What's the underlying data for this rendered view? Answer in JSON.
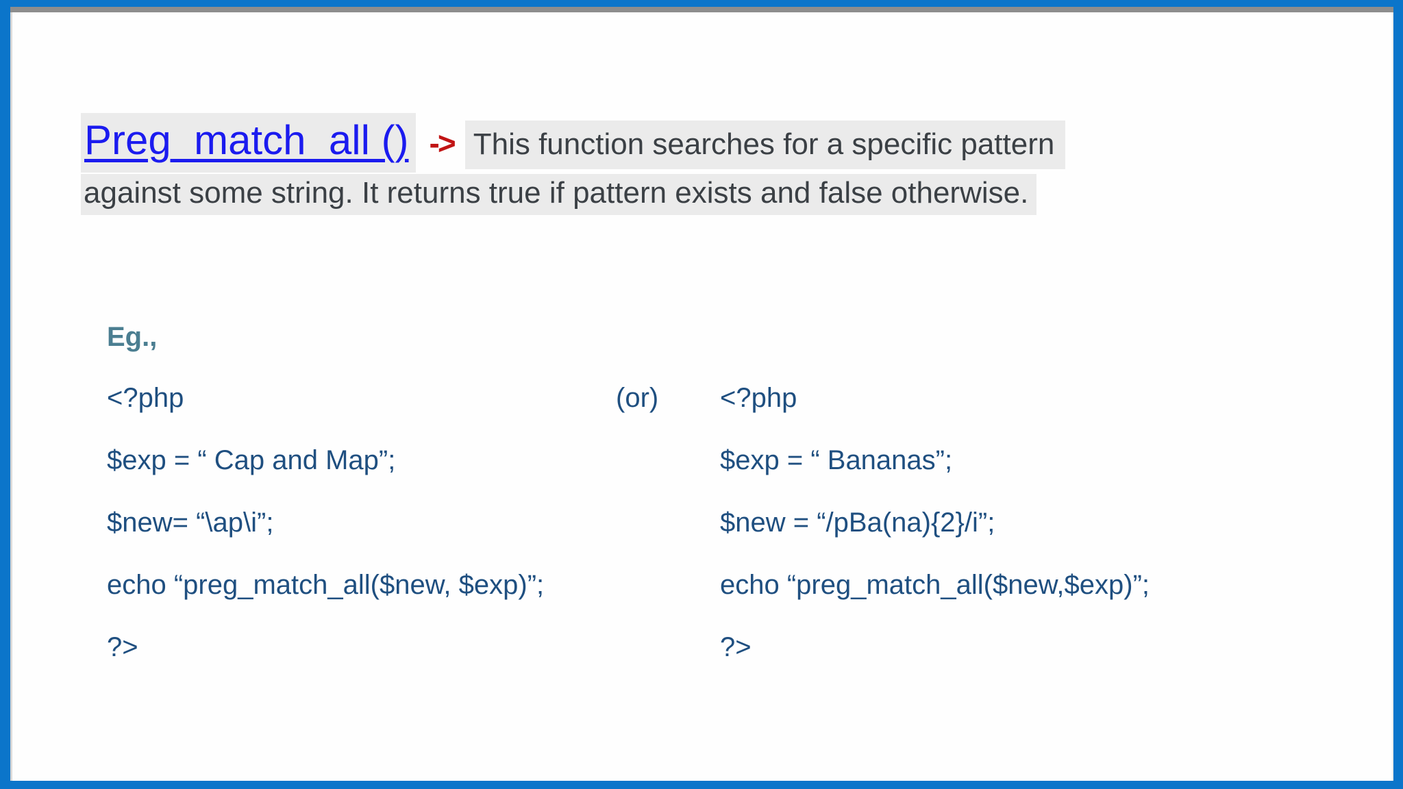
{
  "header": {
    "title": "Preg_match_all ()",
    "arrow": "->",
    "description_line1": "This function searches for a specific pattern",
    "description_line2": "against some string. It returns true if pattern exists and false otherwise."
  },
  "body": {
    "eg_label": "Eg.,",
    "or_label": "(or)",
    "left_code": [
      "<?php",
      "$exp = “ Cap and Map”;",
      "$new= “\\ap\\i”;",
      "echo “preg_match_all($new, $exp)”;",
      "?>"
    ],
    "right_code": [
      "<?php",
      "$exp = “ Bananas”;",
      "$new = “/pBa(na){2}/i”;",
      "echo “preg_match_all($new,$exp)”;",
      "?>"
    ]
  },
  "palette": {
    "frame_blue": "#0b75ca",
    "top_edge_gray": "#8d8d8d",
    "slide_white": "#fefefe",
    "highlight_gray": "#ebebeb",
    "title_blue": "#1b1bef",
    "arrow_red": "#c11414",
    "body_text": "#3b4045",
    "eg_teal": "#4b7e91",
    "code_navy": "#1f4f80"
  }
}
